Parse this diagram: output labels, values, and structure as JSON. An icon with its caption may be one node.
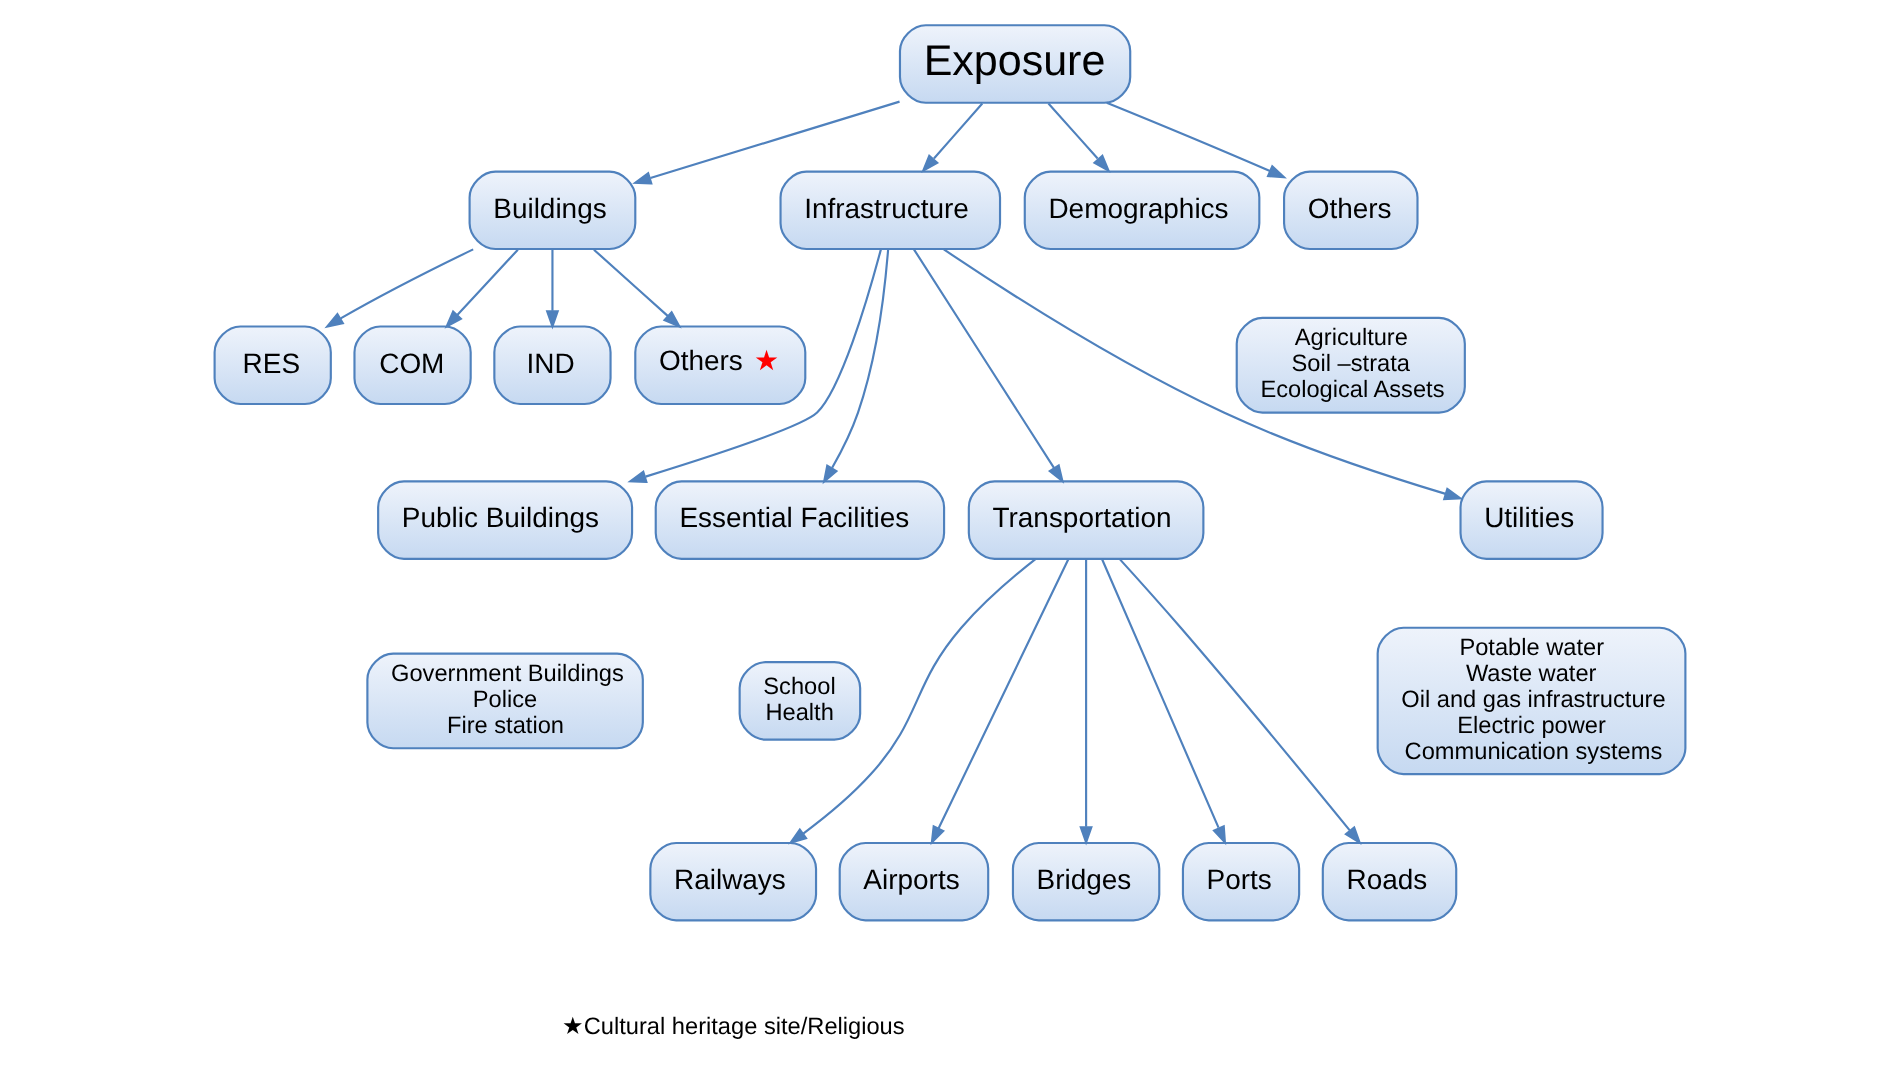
{
  "diagram": {
    "nodes": [
      {
        "text": [
          "Exposure"
        ]
      },
      {
        "text": [
          "Buildings"
        ]
      },
      {
        "text": [
          "Infrastructure"
        ]
      },
      {
        "text": [
          "Demographics"
        ]
      },
      {
        "text": [
          "Others"
        ]
      },
      {
        "text": [
          "Agriculture",
          "Soil –strata",
          "Ecological Assets"
        ]
      },
      {
        "text": [
          "RES"
        ]
      },
      {
        "text": [
          "COM"
        ]
      },
      {
        "text": [
          "IND"
        ]
      },
      {
        "text": [
          "Others",
          "★"
        ]
      },
      {
        "text": [
          "Public Buildings"
        ]
      },
      {
        "text": [
          "Government Buildings",
          "Police",
          "Fire station"
        ]
      },
      {
        "text": [
          "Essential Facilities"
        ]
      },
      {
        "text": [
          "School",
          "Health"
        ]
      },
      {
        "text": [
          "Transportation"
        ]
      },
      {
        "text": [
          "Utilities"
        ]
      },
      {
        "text": [
          "Potable water",
          "Waste water",
          "Oil and gas infrastructure",
          "Electric power",
          "Communication systems"
        ]
      },
      {
        "text": [
          "Railways"
        ]
      },
      {
        "text": [
          "Airports"
        ]
      },
      {
        "text": [
          "Bridges"
        ]
      },
      {
        "text": [
          "Ports"
        ]
      },
      {
        "text": [
          "Roads"
        ]
      }
    ],
    "edges": [
      {
        "from": 0,
        "to": 1,
        "arrow": "to"
      },
      {
        "from": 0,
        "to": 2,
        "arrow": "to"
      },
      {
        "from": 0,
        "to": 3,
        "arrow": "to"
      },
      {
        "from": 0,
        "to": 4,
        "arrow": "to"
      },
      {
        "from": 1,
        "to": 6,
        "arrow": "to"
      },
      {
        "from": 1,
        "to": 7,
        "arrow": "to"
      },
      {
        "from": 1,
        "to": 8,
        "arrow": "to"
      },
      {
        "from": 1,
        "to": 9,
        "arrow": "to"
      },
      {
        "from": 2,
        "to": 10,
        "arrow": "to"
      },
      {
        "from": 2,
        "to": 12,
        "arrow": "to"
      },
      {
        "from": 2,
        "to": 14,
        "arrow": "to"
      },
      {
        "from": 2,
        "to": 15,
        "arrow": "to"
      },
      {
        "from": 14,
        "to": 17,
        "arrow": "to"
      },
      {
        "from": 14,
        "to": 18,
        "arrow": "to"
      },
      {
        "from": 14,
        "to": 19,
        "arrow": "to"
      },
      {
        "from": 14,
        "to": 20,
        "arrow": "to"
      },
      {
        "from": 14,
        "to": 21,
        "arrow": "to"
      }
    ],
    "labels": [
      "★Cultural heritage site/Religious"
    ]
  }
}
